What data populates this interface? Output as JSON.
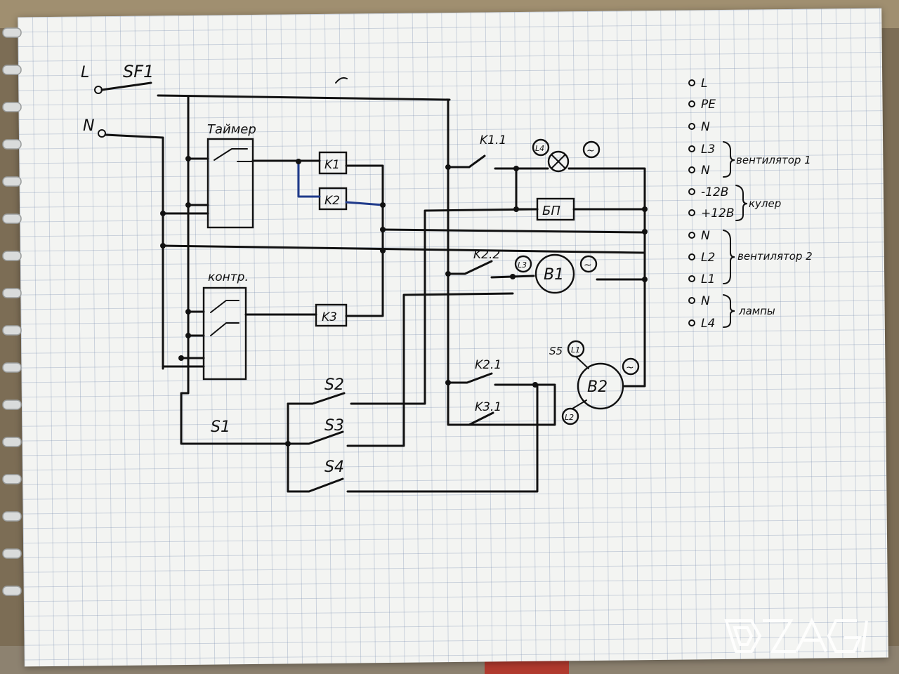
{
  "diagram": {
    "breaker": "SF1",
    "inputs": {
      "line": "L",
      "neutral": "N"
    },
    "timer_label": "Таймер",
    "controller_label": "контр.",
    "coils": [
      "K1",
      "K2",
      "K3"
    ],
    "contacts": {
      "k11": "K1.1",
      "k22": "K2.2",
      "k21": "K2.1",
      "k31": "K3.1"
    },
    "switches": {
      "s1": "S1",
      "s2": "S2",
      "s3": "S3",
      "s4": "S4",
      "s5": "S5"
    },
    "loads": {
      "lamp_tag": "L4",
      "psu": "БП",
      "fan1": "B1",
      "fan1_tag": "L3",
      "fan2": "B2",
      "fan2_tag1": "L1",
      "fan2_tag2": "L2",
      "ac": "~"
    }
  },
  "terminals": [
    {
      "label": "L"
    },
    {
      "label": "PE"
    },
    {
      "label": "N"
    },
    {
      "label": "L3"
    },
    {
      "label": "N"
    },
    {
      "label": "-12B"
    },
    {
      "label": "+12B"
    },
    {
      "label": "N"
    },
    {
      "label": "L2"
    },
    {
      "label": "L1"
    },
    {
      "label": "N"
    },
    {
      "label": "L4"
    }
  ],
  "groups": {
    "fan1": "вентилятор 1",
    "cooler": "кулер",
    "fan2": "вентилятор 2",
    "lamps": "лампы"
  },
  "watermark": "DZAGI",
  "colors": {
    "ink": "#111111",
    "blue_ink": "#1f3a8a",
    "paper": "#f3f4f2",
    "grid": "#7f93b5"
  }
}
